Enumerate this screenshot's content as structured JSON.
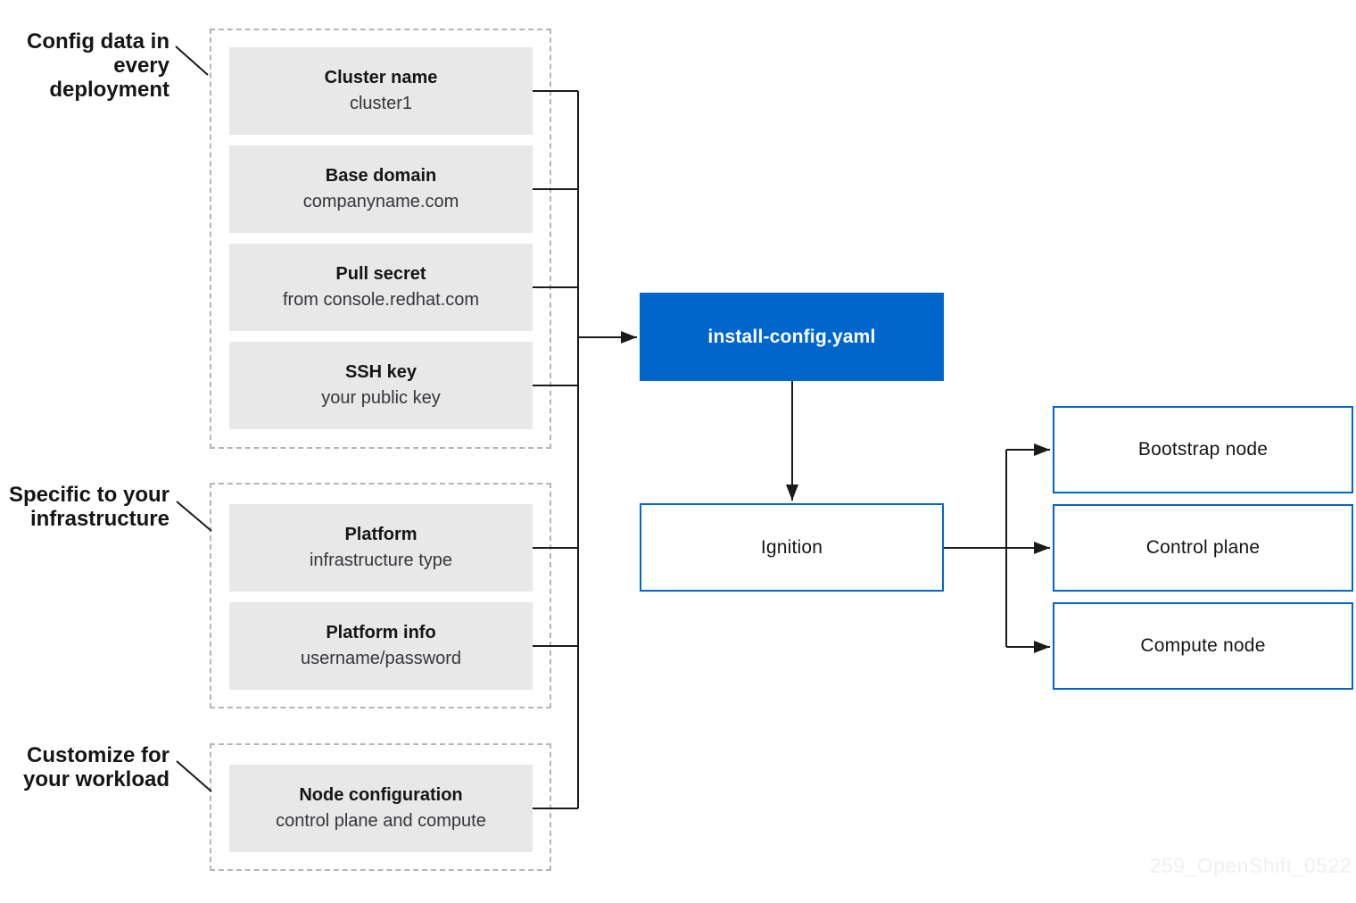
{
  "labels": [
    {
      "line1": "Config data in",
      "line2": "every deployment"
    },
    {
      "line1": "Specific to your",
      "line2": "infrastructure"
    },
    {
      "line1": "Customize for",
      "line2": "your workload"
    }
  ],
  "config_items": [
    {
      "title": "Cluster name",
      "subtitle": "cluster1"
    },
    {
      "title": "Base domain",
      "subtitle": "companyname.com"
    },
    {
      "title": "Pull secret",
      "subtitle": "from console.redhat.com"
    },
    {
      "title": "SSH key",
      "subtitle": "your public key"
    },
    {
      "title": "Platform",
      "subtitle": "infrastructure type"
    },
    {
      "title": "Platform info",
      "subtitle": "username/password"
    },
    {
      "title": "Node configuration",
      "subtitle": "control plane and compute"
    }
  ],
  "install_config_label": "install-config.yaml",
  "ignition_label": "Ignition",
  "output_nodes": [
    "Bootstrap node",
    "Control plane",
    "Compute node"
  ],
  "watermark": "259_OpenShift_0522",
  "colors": {
    "accent_blue": "#0066cc",
    "box_gray": "#e8e8e8",
    "line_black": "#1a1a1a",
    "dashed_border": "#b5b5b5",
    "watermark_gray": "#f0f0f1"
  }
}
